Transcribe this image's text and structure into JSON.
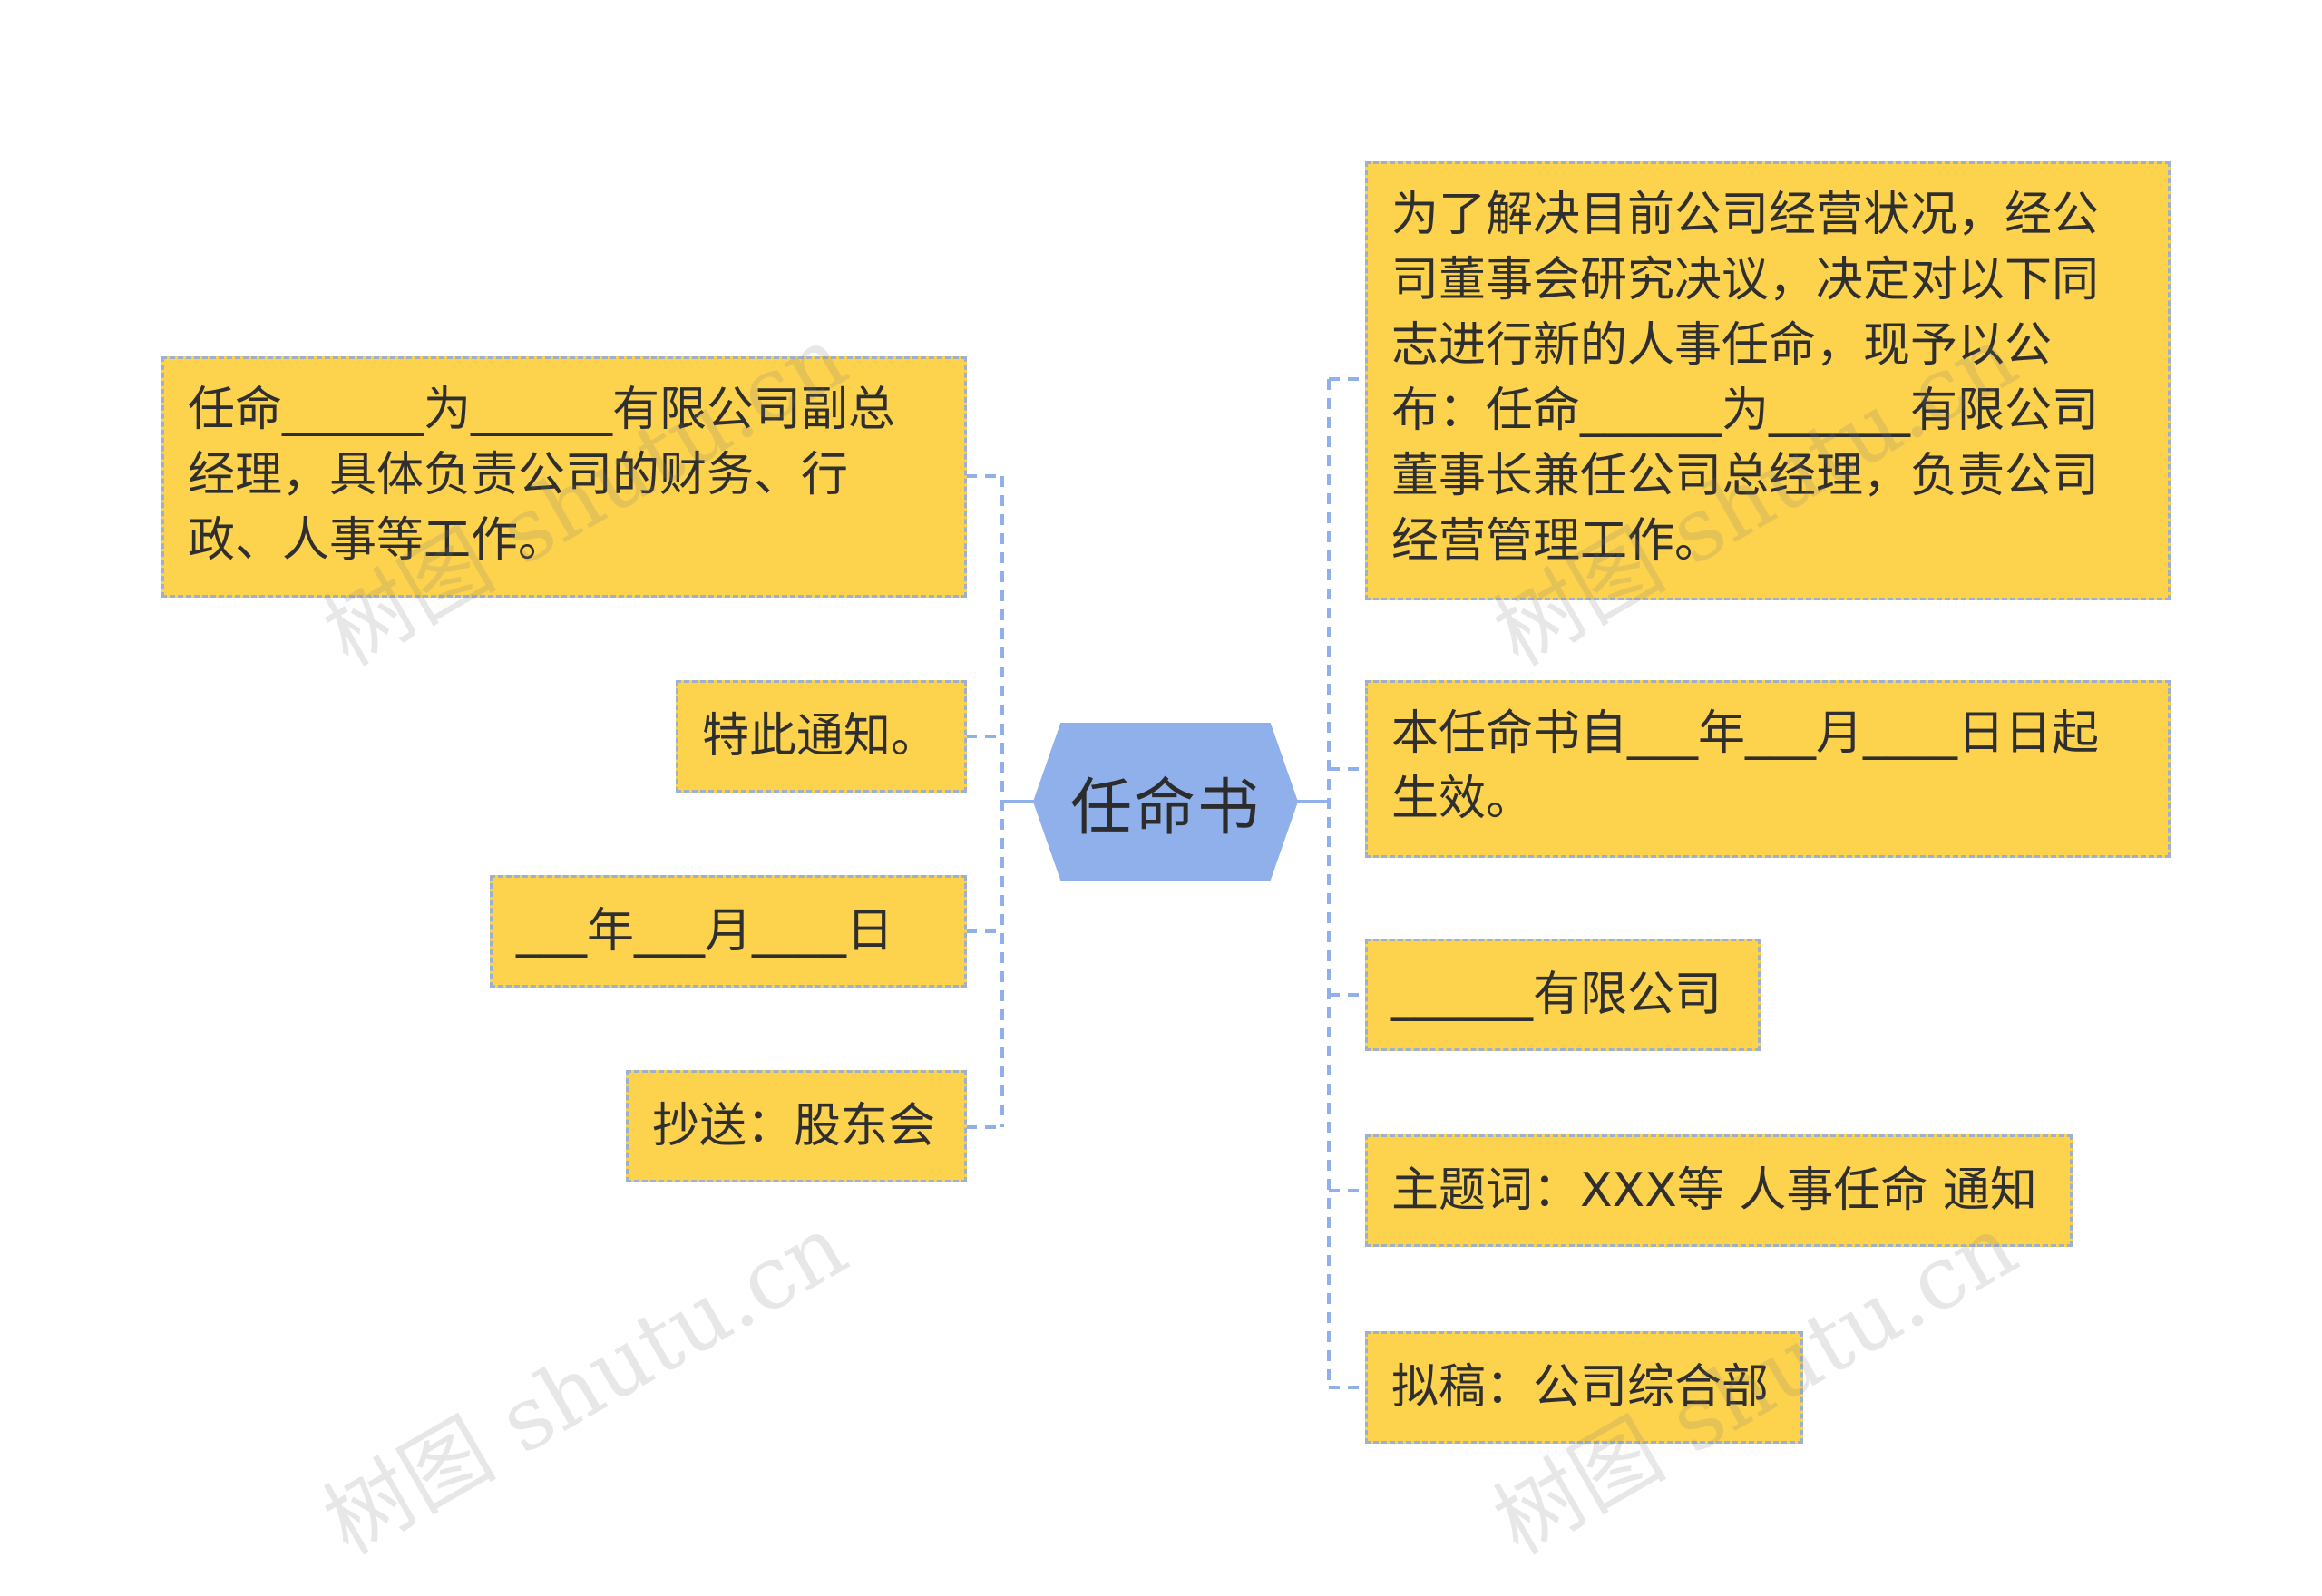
{
  "center": {
    "label": "任命书"
  },
  "left_nodes": [
    {
      "id": "l1",
      "text": "任命______为______有限公司副总经理，具体负责公司的财务、行政、人事等工作。"
    },
    {
      "id": "l2",
      "text": "特此通知。"
    },
    {
      "id": "l3",
      "text": "___年___月____日"
    },
    {
      "id": "l4",
      "text": "抄送：股东会"
    }
  ],
  "right_nodes": [
    {
      "id": "r1",
      "text": "为了解决目前公司经营状况，经公司董事会研究决议，决定对以下同志进行新的人事任命，现予以公布：任命______为______有限公司董事长兼任公司总经理，负责公司经营管理工作。"
    },
    {
      "id": "r2",
      "text": "本任命书自___年___月____日日起生效。"
    },
    {
      "id": "r3",
      "text": "______有限公司"
    },
    {
      "id": "r4",
      "text": "主题词：XXX等 人事任命 通知"
    },
    {
      "id": "r5",
      "text": "拟稿：公司综合部"
    }
  ],
  "watermark": "树图 shutu.cn",
  "colors": {
    "node_fill": "#fdd24d",
    "node_border": "#9db1cf",
    "center_fill": "#8fb0ea",
    "connector": "#8fb0ea"
  }
}
